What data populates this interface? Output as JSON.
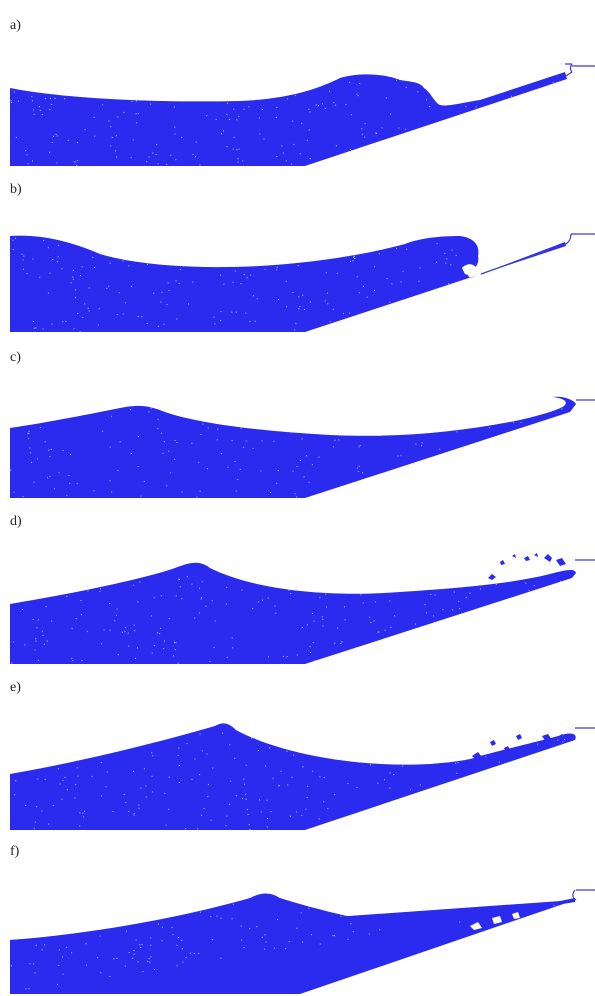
{
  "colors": {
    "fluid": "#2b2bf0",
    "speckle": "#c8c8ff",
    "wall": "#3a3ad6",
    "background": "#ffffff"
  },
  "panels": [
    {
      "label": "a)"
    },
    {
      "label": "b)"
    },
    {
      "label": "c)"
    },
    {
      "label": "d)"
    },
    {
      "label": "e)"
    },
    {
      "label": "f)"
    }
  ]
}
